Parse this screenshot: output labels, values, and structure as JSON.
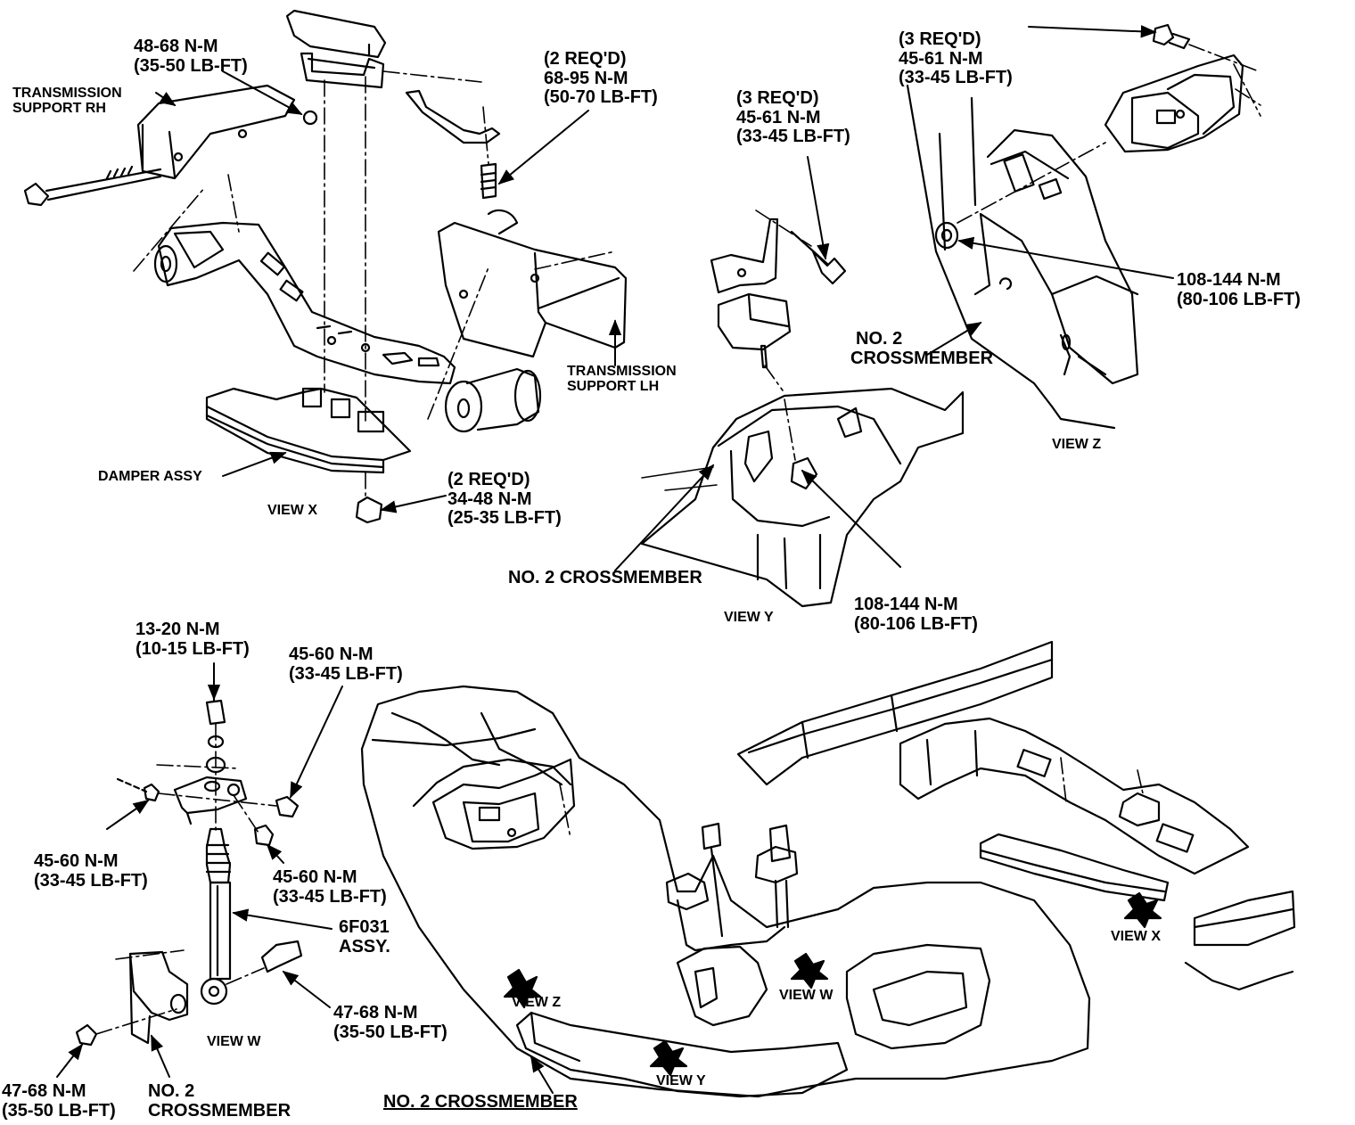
{
  "view_x": {
    "torque_top": [
      "48-68 N-M",
      "(35-50 LB-FT)"
    ],
    "transmission_support_rh": [
      "TRANSMISSION",
      "SUPPORT RH"
    ],
    "bolt_2req": [
      "(2 REQ'D)",
      "68-95 N-M",
      "(50-70 LB-FT)"
    ],
    "transmission_support_lh": [
      "TRANSMISSION",
      "SUPPORT LH"
    ],
    "damper_assy": "DAMPER ASSY",
    "nut_2req": [
      "(2 REQ'D)",
      "34-48 N-M",
      "(25-35 LB-FT)"
    ],
    "view_label": "VIEW X"
  },
  "view_y": {
    "bolt_3req": [
      "(3 REQ'D)",
      "45-61 N-M",
      "(33-45 LB-FT)"
    ],
    "crossmember": "NO. 2 CROSSMEMBER",
    "torque_nut": [
      "108-144 N-M",
      "(80-106 LB-FT)"
    ],
    "view_label": "VIEW Y"
  },
  "view_z": {
    "bolt_3req": [
      "(3 REQ'D)",
      "45-61 N-M",
      "(33-45 LB-FT)"
    ],
    "torque_nut": [
      "108-144 N-M",
      "(80-106 LB-FT)"
    ],
    "crossmember": [
      "NO. 2",
      "CROSSMEMBER"
    ],
    "view_label": "VIEW Z"
  },
  "view_w": {
    "top_nut": [
      "13-20 N-M",
      "(10-15 LB-FT)"
    ],
    "right_nut": [
      "45-60 N-M",
      "(33-45 LB-FT)"
    ],
    "left_bolt": [
      "45-60 N-M",
      "(33-45 LB-FT)"
    ],
    "lower_nut": [
      "45-60 N-M",
      "(33-45 LB-FT)"
    ],
    "assembly": [
      "6F031",
      "ASSY."
    ],
    "lower_bolt": [
      "47-68 N-M",
      "(35-50 LB-FT)"
    ],
    "bottom_bolt": [
      "47-68 N-M",
      "(35-50 LB-FT)"
    ],
    "crossmember": [
      "NO. 2",
      "CROSSMEMBER"
    ],
    "view_label": "VIEW W"
  },
  "overview": {
    "crossmember": "NO. 2 CROSSMEMBER",
    "callout_x": "VIEW X",
    "callout_y": "VIEW Y",
    "callout_z": "VIEW Z",
    "callout_w": "VIEW W"
  }
}
